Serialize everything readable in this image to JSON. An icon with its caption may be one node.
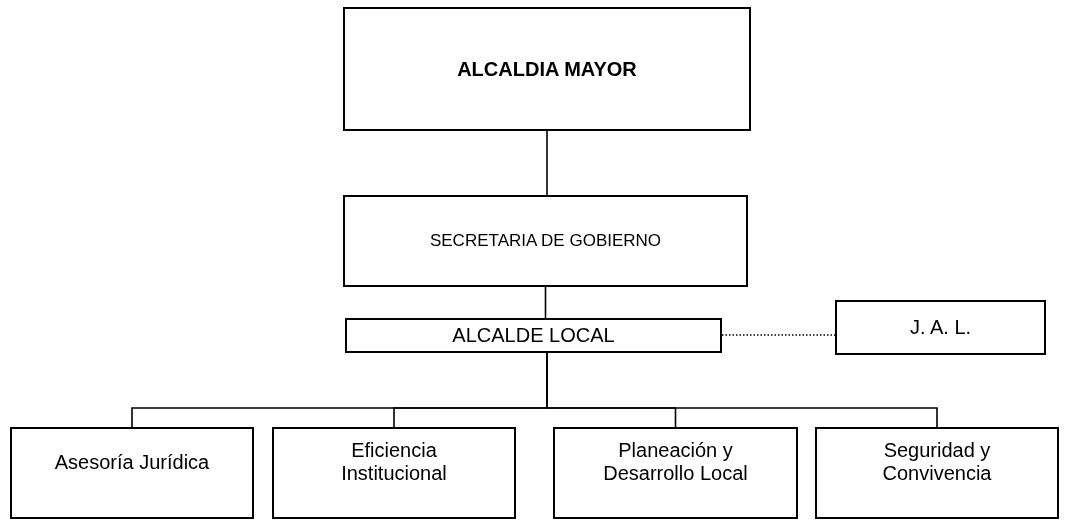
{
  "diagram": {
    "nodes": [
      {
        "text": [
          "ALCALDIA MAYOR"
        ]
      },
      {
        "text": [
          "SECRETARIA DE GOBIERNO"
        ]
      },
      {
        "text": [
          "ALCALDE LOCAL"
        ]
      },
      {
        "text": [
          "J. A. L."
        ]
      },
      {
        "text": [
          "Asesoría Jurídica"
        ]
      },
      {
        "text": [
          "Eficiencia Institucional"
        ]
      },
      {
        "text": [
          "Planeación y Desarrollo Local"
        ]
      },
      {
        "text": [
          "Seguridad y Convivencia"
        ]
      }
    ],
    "edges": [
      {
        "from": 0,
        "to": 1,
        "arrow": "none"
      },
      {
        "from": 1,
        "to": 2,
        "arrow": "none"
      },
      {
        "from": 2,
        "to": 3,
        "arrow": "none",
        "style": "dashed"
      },
      {
        "from": 2,
        "to": 4,
        "arrow": "none"
      },
      {
        "from": 2,
        "to": 5,
        "arrow": "none"
      },
      {
        "from": 2,
        "to": 6,
        "arrow": "none"
      },
      {
        "from": 2,
        "to": 7,
        "arrow": "none"
      }
    ]
  }
}
